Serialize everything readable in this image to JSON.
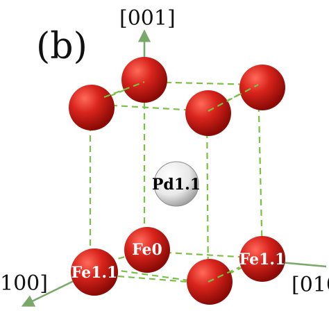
{
  "panel_label": "(b)",
  "axes": {
    "z": "[001]",
    "x": "100]",
    "y": "[010"
  },
  "atoms": {
    "fe0": "Fe0",
    "fe11_left": "Fe1.1",
    "fe11_right": "Fe1.1",
    "pd11": "Pd1.1"
  },
  "colors": {
    "fe_atom": "#cc1f1f",
    "pd_atom": "#e6e6e6",
    "cell_edge": "#7ac143",
    "axis_arrow": "#7aa86a",
    "fe_label": "#ffffff",
    "pd_label": "#000000"
  }
}
